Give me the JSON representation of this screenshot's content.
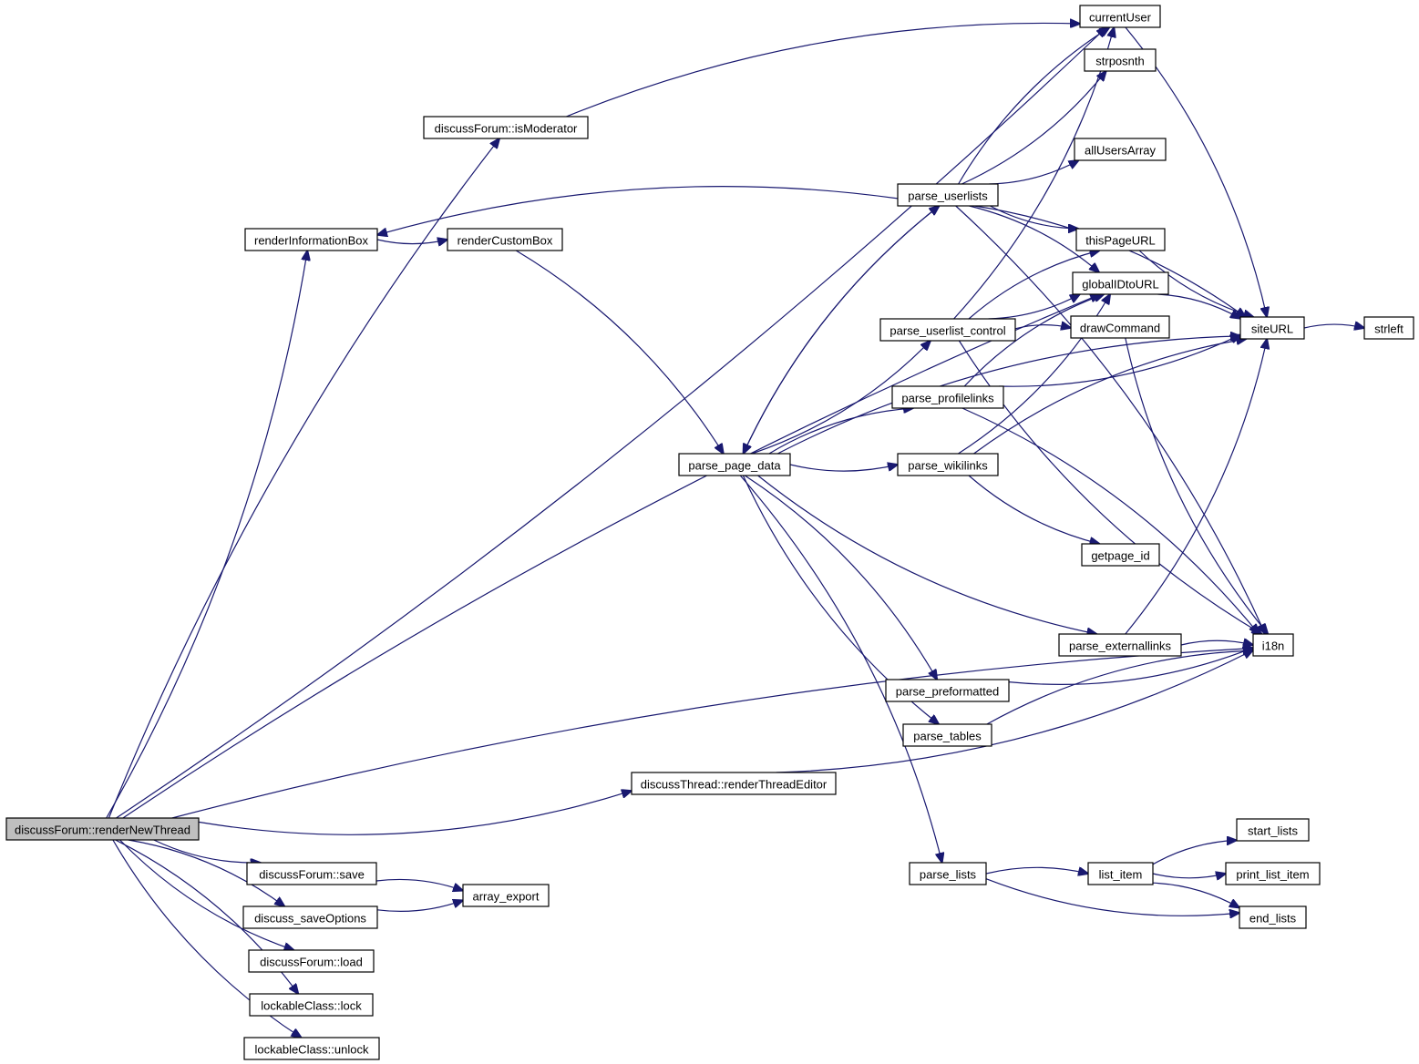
{
  "diagram": {
    "type": "call-graph",
    "colors": {
      "edge": "#191970",
      "node_border": "#000000",
      "node_fill": "#ffffff",
      "root_fill": "#bfbfbf"
    },
    "nodes": [
      {
        "id": "renderNewThread",
        "label": "discussForum::renderNewThread",
        "root": true
      },
      {
        "id": "currentUser",
        "label": "currentUser"
      },
      {
        "id": "isModerator",
        "label": "discussForum::isModerator"
      },
      {
        "id": "strposnth",
        "label": "strposnth"
      },
      {
        "id": "allUsersArray",
        "label": "allUsersArray"
      },
      {
        "id": "parse_userlists",
        "label": "parse_userlists"
      },
      {
        "id": "renderInformationBox",
        "label": "renderInformationBox"
      },
      {
        "id": "renderCustomBox",
        "label": "renderCustomBox"
      },
      {
        "id": "thisPageURL",
        "label": "thisPageURL"
      },
      {
        "id": "globalIDtoURL",
        "label": "globalIDtoURL"
      },
      {
        "id": "parse_userlist_control",
        "label": "parse_userlist_control"
      },
      {
        "id": "drawCommand",
        "label": "drawCommand"
      },
      {
        "id": "siteURL",
        "label": "siteURL"
      },
      {
        "id": "strleft",
        "label": "strleft"
      },
      {
        "id": "parse_profilelinks",
        "label": "parse_profilelinks"
      },
      {
        "id": "parse_page_data",
        "label": "parse_page_data"
      },
      {
        "id": "parse_wikilinks",
        "label": "parse_wikilinks"
      },
      {
        "id": "getpage_id",
        "label": "getpage_id"
      },
      {
        "id": "parse_externallinks",
        "label": "parse_externallinks"
      },
      {
        "id": "i18n",
        "label": "i18n"
      },
      {
        "id": "parse_preformatted",
        "label": "parse_preformatted"
      },
      {
        "id": "parse_tables",
        "label": "parse_tables"
      },
      {
        "id": "renderThreadEditor",
        "label": "discussThread::renderThreadEditor"
      },
      {
        "id": "start_lists",
        "label": "start_lists"
      },
      {
        "id": "save",
        "label": "discussForum::save"
      },
      {
        "id": "parse_lists",
        "label": "parse_lists"
      },
      {
        "id": "list_item",
        "label": "list_item"
      },
      {
        "id": "print_list_item",
        "label": "print_list_item"
      },
      {
        "id": "array_export",
        "label": "array_export"
      },
      {
        "id": "discuss_saveOptions",
        "label": "discuss_saveOptions"
      },
      {
        "id": "end_lists",
        "label": "end_lists"
      },
      {
        "id": "load",
        "label": "discussForum::load"
      },
      {
        "id": "lock",
        "label": "lockableClass::lock"
      },
      {
        "id": "unlock",
        "label": "lockableClass::unlock"
      }
    ],
    "edges": [
      [
        "renderNewThread",
        "currentUser"
      ],
      [
        "renderNewThread",
        "isModerator"
      ],
      [
        "renderNewThread",
        "renderInformationBox"
      ],
      [
        "renderNewThread",
        "globalIDtoURL"
      ],
      [
        "renderNewThread",
        "renderThreadEditor"
      ],
      [
        "renderNewThread",
        "i18n"
      ],
      [
        "renderNewThread",
        "save"
      ],
      [
        "renderNewThread",
        "discuss_saveOptions"
      ],
      [
        "renderNewThread",
        "load"
      ],
      [
        "renderNewThread",
        "lock"
      ],
      [
        "renderNewThread",
        "unlock"
      ],
      [
        "isModerator",
        "currentUser"
      ],
      [
        "renderInformationBox",
        "renderCustomBox"
      ],
      [
        "renderCustomBox",
        "parse_page_data"
      ],
      [
        "parse_userlists",
        "renderInformationBox"
      ],
      [
        "parse_userlists",
        "currentUser"
      ],
      [
        "parse_userlists",
        "strposnth"
      ],
      [
        "parse_userlists",
        "siteURL"
      ],
      [
        "parse_userlists",
        "allUsersArray"
      ],
      [
        "parse_userlists",
        "i18n"
      ],
      [
        "parse_userlists",
        "thisPageURL"
      ],
      [
        "parse_userlists",
        "globalIDtoURL"
      ],
      [
        "parse_userlists",
        "parse_page_data"
      ],
      [
        "parse_page_data",
        "parse_userlists"
      ],
      [
        "parse_page_data",
        "parse_userlist_control"
      ],
      [
        "parse_page_data",
        "parse_profilelinks"
      ],
      [
        "parse_page_data",
        "parse_wikilinks"
      ],
      [
        "parse_page_data",
        "siteURL"
      ],
      [
        "parse_page_data",
        "parse_externallinks"
      ],
      [
        "parse_page_data",
        "parse_preformatted"
      ],
      [
        "parse_page_data",
        "parse_tables"
      ],
      [
        "parse_page_data",
        "parse_lists"
      ],
      [
        "parse_userlist_control",
        "currentUser"
      ],
      [
        "parse_userlist_control",
        "thisPageURL"
      ],
      [
        "parse_userlist_control",
        "globalIDtoURL"
      ],
      [
        "parse_userlist_control",
        "drawCommand"
      ],
      [
        "parse_userlist_control",
        "i18n"
      ],
      [
        "parse_profilelinks",
        "globalIDtoURL"
      ],
      [
        "parse_profilelinks",
        "siteURL"
      ],
      [
        "parse_profilelinks",
        "i18n"
      ],
      [
        "parse_wikilinks",
        "globalIDtoURL"
      ],
      [
        "parse_wikilinks",
        "siteURL"
      ],
      [
        "parse_wikilinks",
        "getpage_id"
      ],
      [
        "currentUser",
        "siteURL"
      ],
      [
        "thisPageURL",
        "siteURL"
      ],
      [
        "globalIDtoURL",
        "siteURL"
      ],
      [
        "drawCommand",
        "i18n"
      ],
      [
        "siteURL",
        "strleft"
      ],
      [
        "parse_externallinks",
        "siteURL"
      ],
      [
        "parse_externallinks",
        "i18n"
      ],
      [
        "parse_preformatted",
        "i18n"
      ],
      [
        "parse_tables",
        "i18n"
      ],
      [
        "renderThreadEditor",
        "i18n"
      ],
      [
        "save",
        "array_export"
      ],
      [
        "discuss_saveOptions",
        "array_export"
      ],
      [
        "parse_lists",
        "list_item"
      ],
      [
        "parse_lists",
        "end_lists"
      ],
      [
        "list_item",
        "start_lists"
      ],
      [
        "list_item",
        "print_list_item"
      ],
      [
        "list_item",
        "end_lists"
      ]
    ]
  }
}
